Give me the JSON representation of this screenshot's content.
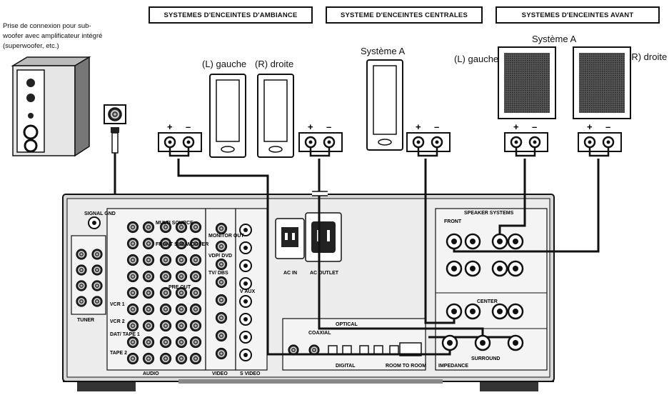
{
  "headers": {
    "surround": "SYSTEMES D'ENCEINTES D'AMBIANCE",
    "center": "SYSTEME D'ENCEINTES CENTRALES",
    "front": "SYSTEMES D'ENCEINTES AVANT"
  },
  "subwoofer_note": "Prise de connexion pour sub-woofer avec amplificateur intégré (superwoofer, etc.)",
  "labels": {
    "surround_left": "(L) gauche",
    "surround_right": "(R) droite",
    "center_system": "Système A",
    "front_system": "Système A",
    "front_left": "(L) gauche",
    "front_right": "(R) droite",
    "plus": "+",
    "minus": "–"
  },
  "panel": {
    "signal_gnd": "SIGNAL GND",
    "tuner": "TUNER",
    "audio": "AUDIO",
    "video": "VIDEO",
    "s_video": "S VIDEO",
    "digital": "DIGITAL",
    "room_to_room": "ROOM TO ROOM",
    "impedance": "IMPEDANCE",
    "speaker_systems": "SPEAKER SYSTEMS",
    "front": "FRONT",
    "center": "CENTER",
    "surround": "SURROUND",
    "optical": "OPTICAL",
    "coaxial": "COAXIAL",
    "ac_in": "AC IN",
    "ac_outlet": "AC OUTLET",
    "pre_out": "PRE OUT",
    "vcr1": "VCR 1",
    "vcr2": "VCR 2",
    "dat_tape1": "DAT/ TAPE 1",
    "tape2": "TAPE 2",
    "multi_source": "MULTI SOURCE",
    "vdp_dvd": "VDP/ DVD",
    "tv_dbs": "TV/ DBS",
    "v_aux": "V AUX",
    "front_sub_woofer": "FRONT SUB WOOFER",
    "monitor_out": "MONITOR OUT"
  }
}
